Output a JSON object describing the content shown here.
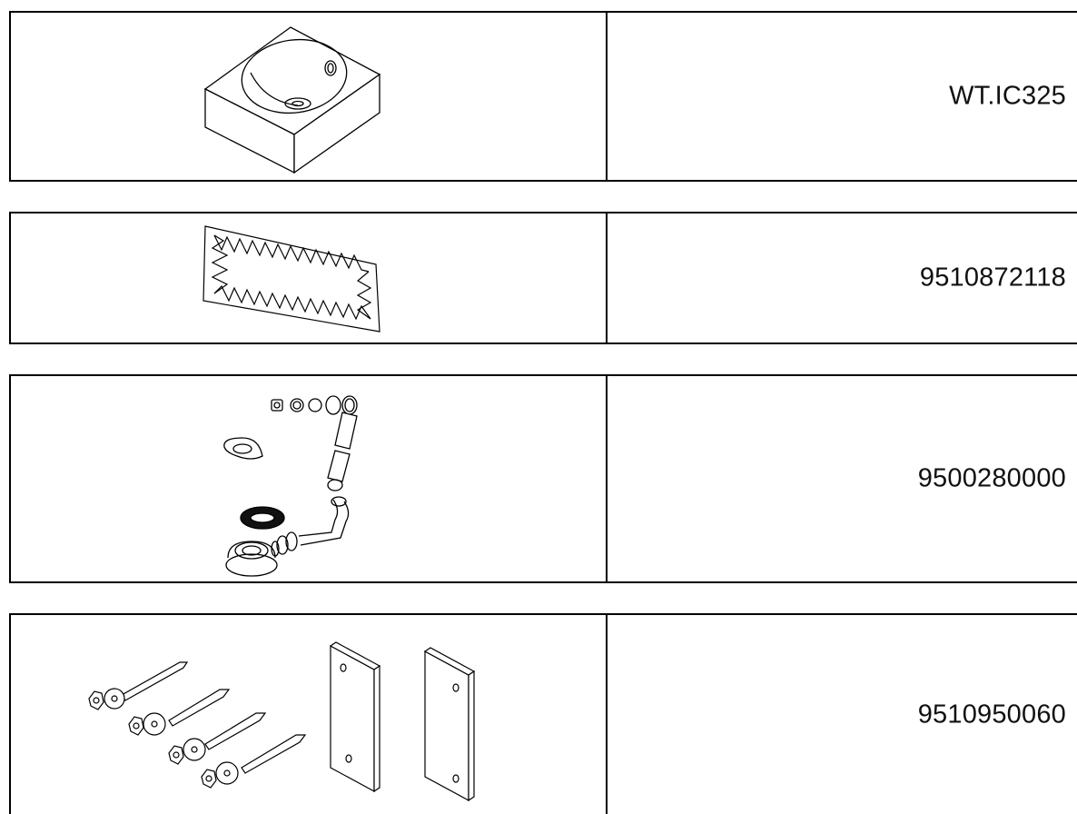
{
  "parts": [
    {
      "code": "WT.IC325",
      "illustration": "washbasin-icon"
    },
    {
      "code": "9510872118",
      "illustration": "gasket-icon"
    },
    {
      "code": "9500280000",
      "illustration": "drain-siphon-kit-icon"
    },
    {
      "code": "9510950060",
      "illustration": "mounting-kit-icon"
    }
  ]
}
